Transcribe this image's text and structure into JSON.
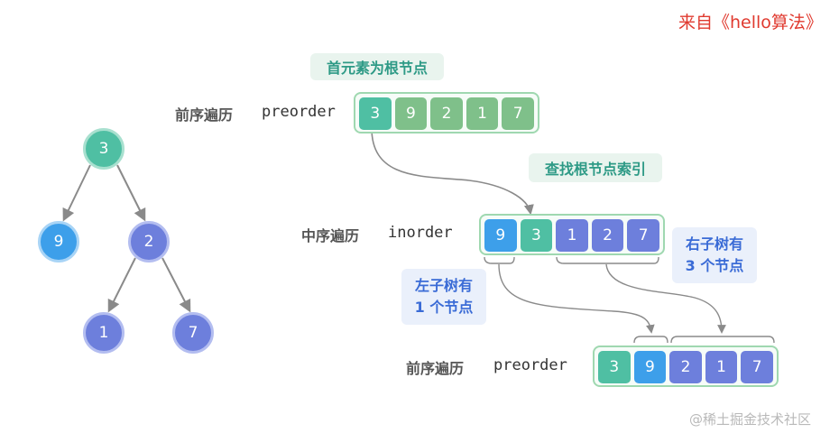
{
  "brand": "来自《hello算法》",
  "watermark": "@稀土掘金技术社区",
  "colors": {
    "teal": "#4fbfa3",
    "green": "#7fc08a",
    "blue": "#3d9fea",
    "purple": "#6d7fdc"
  },
  "tree": {
    "nodes": [
      {
        "id": "n3",
        "value": "3"
      },
      {
        "id": "n9",
        "value": "9"
      },
      {
        "id": "n2",
        "value": "2"
      },
      {
        "id": "n1",
        "value": "1"
      },
      {
        "id": "n7",
        "value": "7"
      }
    ]
  },
  "preorder_top": {
    "label_cn": "前序遍历",
    "label_code": "preorder",
    "values": [
      "3",
      "9",
      "2",
      "1",
      "7"
    ],
    "callout": "首元素为根节点"
  },
  "inorder": {
    "label_cn": "中序遍历",
    "label_code": "inorder",
    "values": [
      "9",
      "3",
      "1",
      "2",
      "7"
    ],
    "callout": "查找根节点索引"
  },
  "left_subtree": {
    "line1": "左子树有",
    "line2": "1 个节点"
  },
  "right_subtree": {
    "line1": "右子树有",
    "line2": "3 个节点"
  },
  "preorder_bottom": {
    "label_cn": "前序遍历",
    "label_code": "preorder",
    "values": [
      "3",
      "9",
      "2",
      "1",
      "7"
    ]
  }
}
